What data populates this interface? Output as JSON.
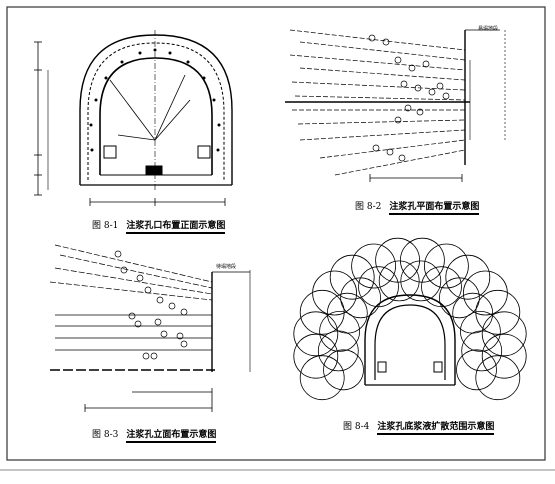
{
  "figures": {
    "fig1": {
      "number": "图 8-1",
      "title": "注浆孔口布置正面示意图"
    },
    "fig2": {
      "number": "图 8-2",
      "title": "注浆孔平面布置示意图",
      "label_tag": "易塌地段"
    },
    "fig3": {
      "number": "图 8-3",
      "title": "注浆孔立面布置示意图",
      "label_tag": "待塌地段"
    },
    "fig4": {
      "number": "图 8-4",
      "title": "注浆孔底浆液扩散范围示意图"
    }
  },
  "colors": {
    "line": "#000000",
    "frame": "#555555",
    "background": "#ffffff"
  }
}
